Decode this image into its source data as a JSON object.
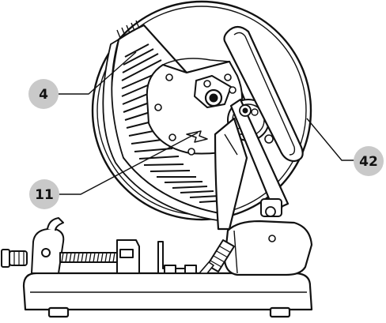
{
  "callouts": [
    {
      "id": "callout-4",
      "label": "4"
    },
    {
      "id": "callout-11",
      "label": "11"
    },
    {
      "id": "callout-42",
      "label": "42"
    }
  ],
  "colors": {
    "line": "#111111",
    "paper": "#ffffff",
    "shade": "#bfbfbf",
    "callout_fill": "#c9c9c9"
  },
  "drawing": {
    "subject": "cut-off-saw",
    "view": "side-line-drawing"
  }
}
